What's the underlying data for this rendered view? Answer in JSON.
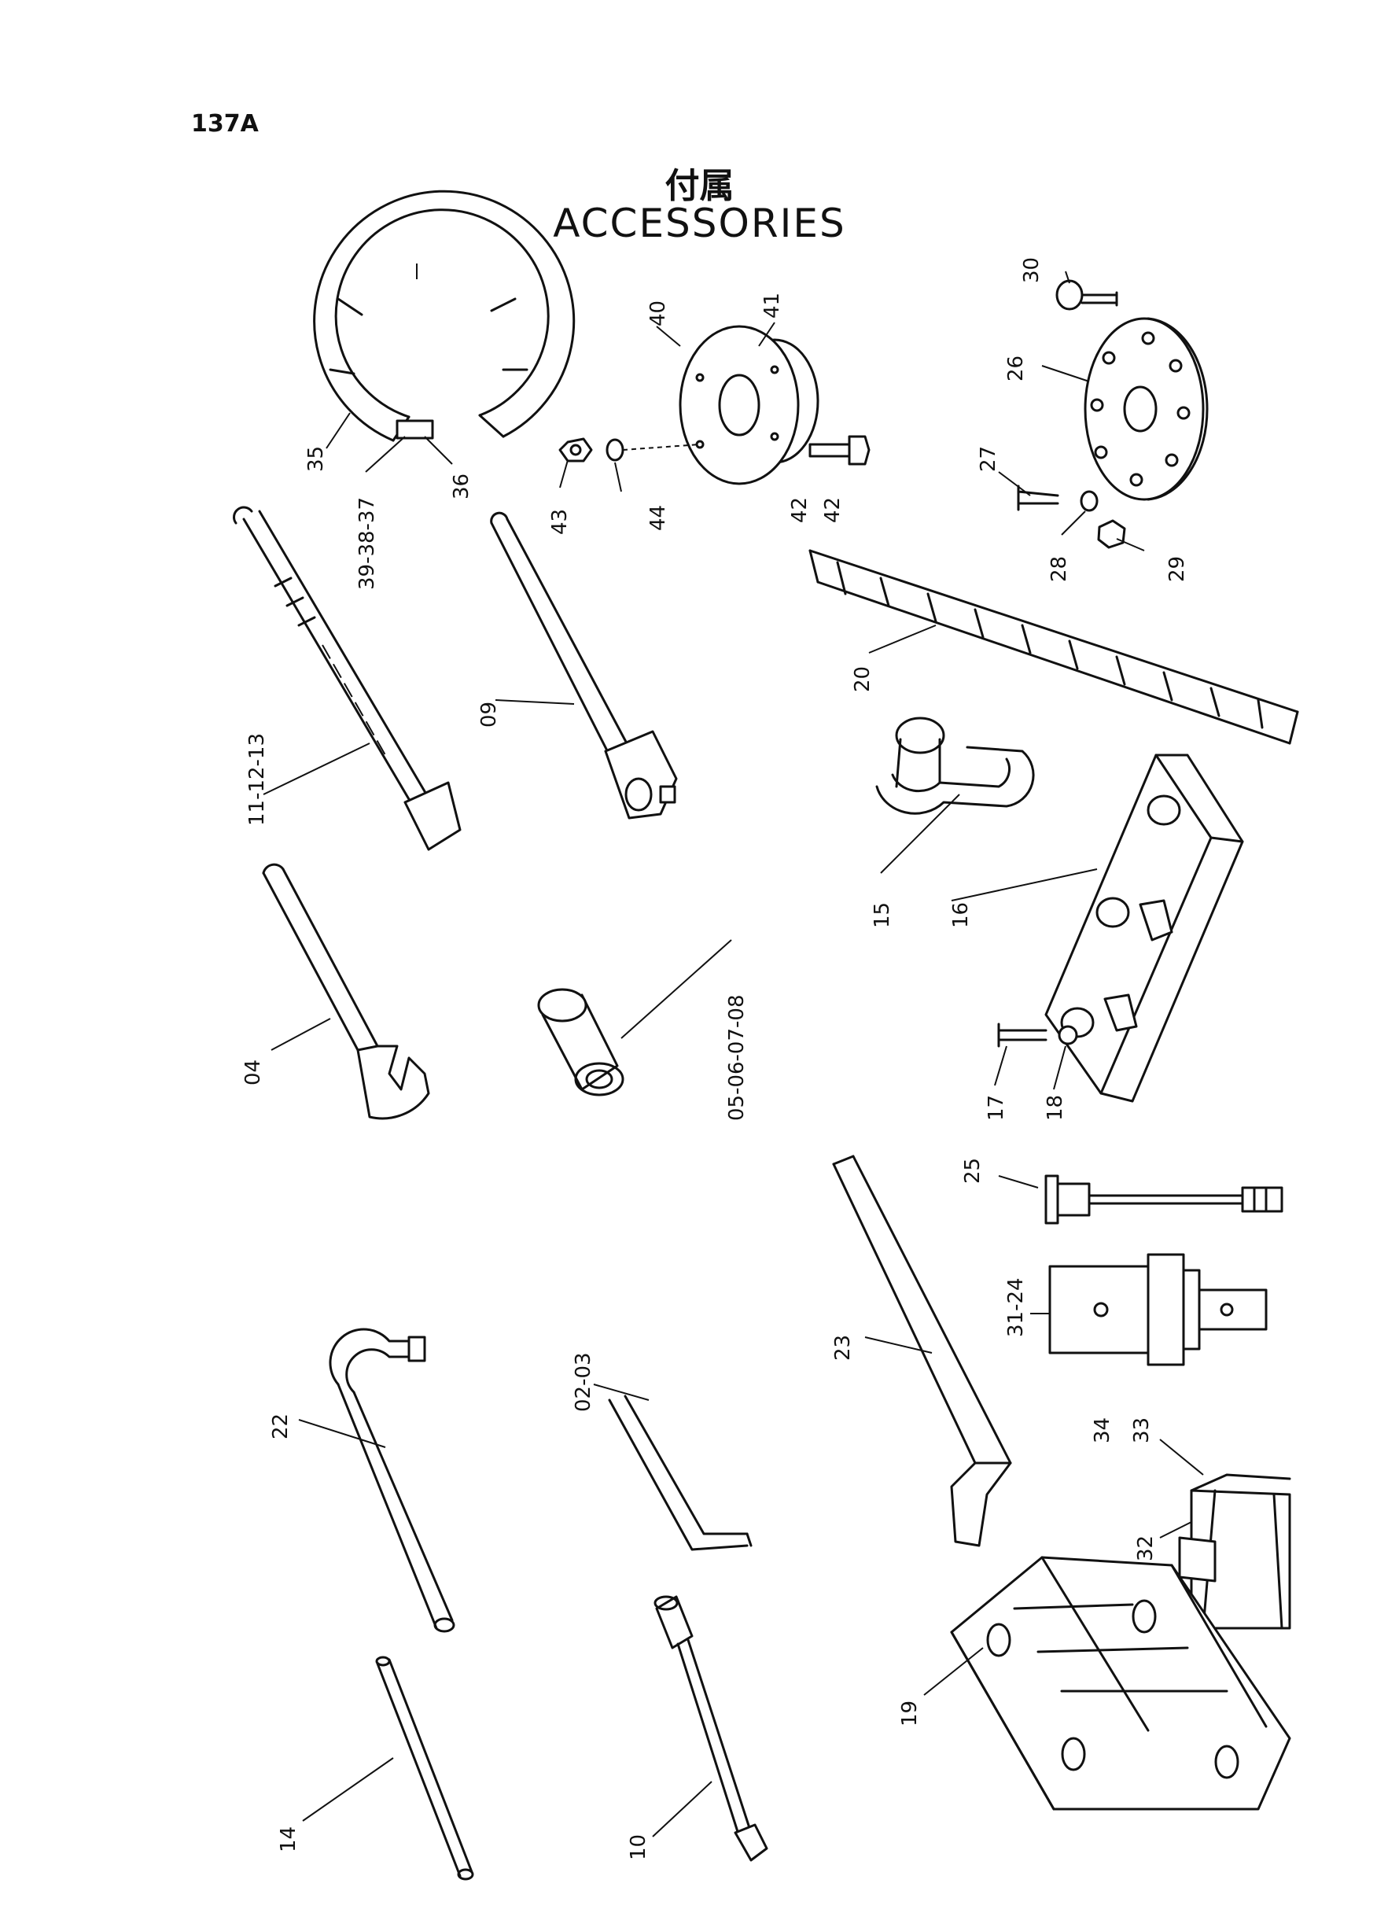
{
  "page_number": "137A",
  "title_jp": "付属",
  "title_en": "ACCESSORIES",
  "callouts": {
    "c30": "30",
    "c26": "26",
    "c40": "40",
    "c41": "41",
    "c35": "35",
    "c36": "36",
    "c39_38_37": "39-38-37",
    "c43": "43",
    "c44": "44",
    "c42a": "42",
    "c42b": "42",
    "c27": "27",
    "c28": "28",
    "c29": "29",
    "c11_12_13": "11-12-13",
    "c09": "09",
    "c20": "20",
    "c15": "15",
    "c16": "16",
    "c17": "17",
    "c18": "18",
    "c04": "04",
    "c05_06_07_08": "05-06-07-08",
    "c25": "25",
    "c31_24": "31-24",
    "c22": "22",
    "c02_03": "02-03",
    "c23": "23",
    "c34": "34",
    "c33": "33",
    "c32": "32",
    "c14": "14",
    "c10": "10",
    "c19": "19"
  }
}
